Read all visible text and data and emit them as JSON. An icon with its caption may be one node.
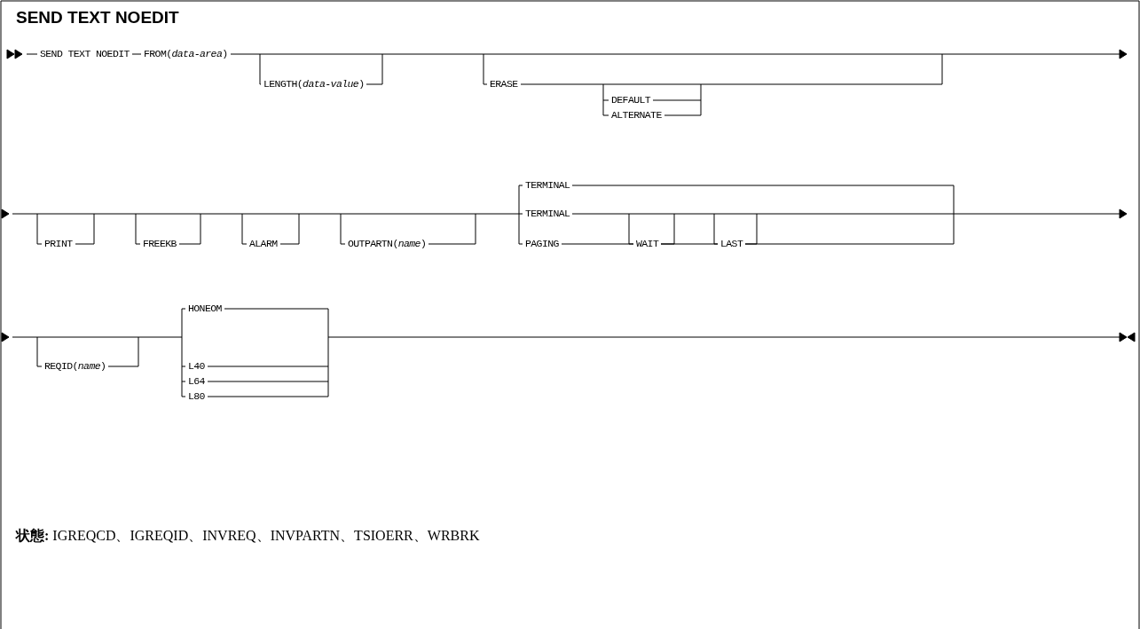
{
  "diagram": {
    "title": "SEND TEXT NOEDIT",
    "caption": "**状態:** IGREQCD、IGREQID、INVREQ、INVPARTN、TSIOERR、WRBRK",
    "labels": [
      "SEND TEXT NOEDIT",
      "FROM(*data-area*)",
      "LENGTH(*data-value*)",
      "ERASE",
      "DEFAULT",
      "ALTERNATE",
      "PRINT",
      "FREEKB",
      "ALARM",
      "OUTPARTN(*name*)",
      "TERMINAL",
      "TERMINAL",
      "PAGING",
      "WAIT",
      "LAST",
      "REQID(*name*)",
      "HONEOM",
      "L40",
      "L64",
      "L80"
    ]
  }
}
